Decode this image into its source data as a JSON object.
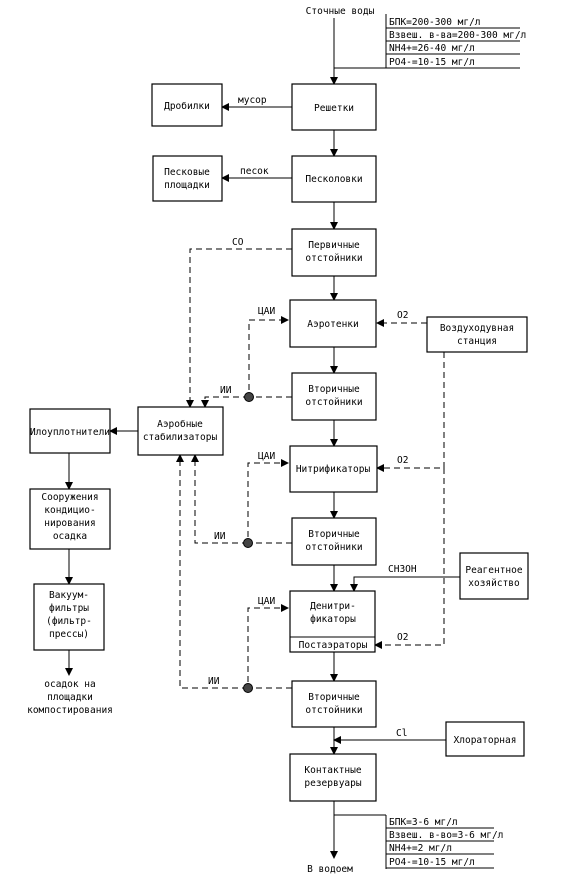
{
  "input_label": "Сточные воды",
  "output_label": "В водоем",
  "inlet_params": [
    "БПК=200-300 мг/л",
    "Взвеш. в-ва=200-300 мг/л",
    "NH4+=26-40 мг/л",
    "PO4-=10-15 мг/л"
  ],
  "outlet_params": [
    "БПК=3-6 мг/л",
    "Взвеш. в-во=3-6 мг/л",
    "NH4+=2 мг/л",
    "PO4-=10-15 мг/л"
  ],
  "boxes": {
    "reshetki": "Решетки",
    "drobilki": "Дробилки",
    "peskolovki": [
      "Песколовки"
    ],
    "peskovye": [
      "Песковые",
      "площадки"
    ],
    "pervichnye": [
      "Первичные",
      "отстойники"
    ],
    "aerotenki": "Аэротенки",
    "vozdukh": [
      "Воздуходувная",
      "станция"
    ],
    "vtorichnye1": [
      "Вторичные",
      "отстойники"
    ],
    "ilouplotniteli": "Илоуплотнители",
    "aerobnye": [
      "Аэробные",
      "стабилизаторы"
    ],
    "nitrifikatory": "Нитрификаторы",
    "vtorichnye2": [
      "Вторичные",
      "отстойники"
    ],
    "sooruzheniya": [
      "Сооружения",
      "кондицио-",
      "нирования",
      "осадка"
    ],
    "reagentnoe": [
      "Реагентное",
      "хозяйство"
    ],
    "denitrifikatory": [
      "Денитри-",
      "фикаторы"
    ],
    "postaeratory": "Постаэраторы",
    "vakuum": [
      "Вакуум-",
      "фильтры",
      "(фильтр-",
      "прессы)"
    ],
    "vtorichnye3": [
      "Вторичные",
      "отстойники"
    ],
    "khloratornaya": "Хлораторная",
    "kontaktnye": [
      "Контактные",
      "резервуары"
    ]
  },
  "flow_labels": {
    "musor": "мусор",
    "pesok": "песок",
    "so": "СО",
    "tsai": "ЦАИ",
    "ii": "ИИ",
    "o2": "O2",
    "ch3oh": "CH3OH",
    "cl": "Cl"
  },
  "sludge_destination": [
    "осадок на",
    "площадки",
    "компостирования"
  ]
}
